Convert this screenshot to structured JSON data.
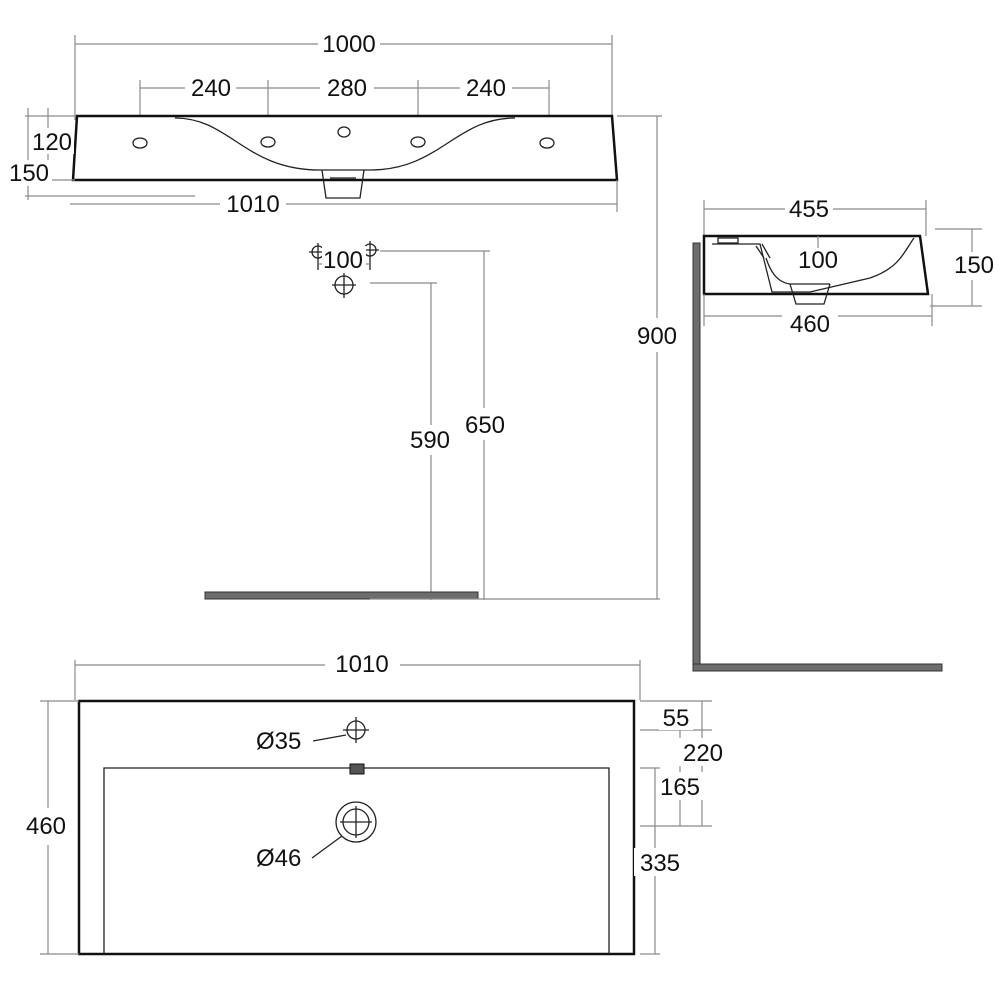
{
  "front_view": {
    "overall_width": "1000",
    "hole_spacing_left": "240",
    "hole_spacing_middle": "280",
    "hole_spacing_right": "240",
    "height_inner": "120",
    "height_outer": "150",
    "base_width": "1010"
  },
  "wall_view": {
    "tap_spacing": "100",
    "waste_height": "590",
    "tap_height": "650",
    "overall_height": "900"
  },
  "side_view": {
    "depth": "455",
    "drain_offset": "100",
    "height": "150",
    "base_depth": "460"
  },
  "plan_view": {
    "width": "1010",
    "depth": "460",
    "tap_hole_diameter": "Ø35",
    "waste_diameter": "Ø46",
    "tap_hole_offset": "55",
    "waste_offset": "220",
    "bowl_to_waste": "165",
    "waste_to_front": "335"
  }
}
